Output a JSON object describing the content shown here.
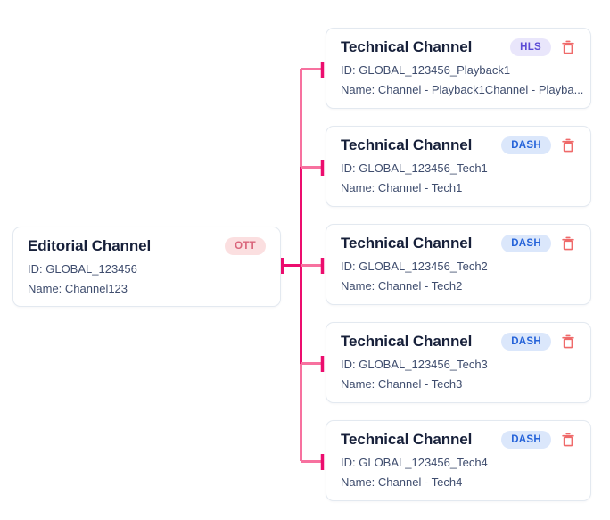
{
  "diagram": {
    "type": "channel-hierarchy-tree",
    "orientation": "left-to-right",
    "background": "#ffffff",
    "edge_color_light": "#f7719f",
    "edge_color_strong": "#ec0d6e"
  },
  "labels": {
    "id_prefix": "ID: ",
    "name_prefix": "Name: "
  },
  "parent": {
    "title": "Editorial Channel",
    "badge": "OTT",
    "badge_style": "ott",
    "id_line": "ID: GLOBAL_123456",
    "name_line": "Name: Channel123",
    "delete_icon": "trash-icon"
  },
  "children": [
    {
      "title": "Technical Channel",
      "badge": "HLS",
      "badge_style": "hls",
      "id_line": "ID: GLOBAL_123456_Playback1",
      "name_line": "Name: Channel - Playback1Channel - Playba...",
      "delete_icon": "trash-icon"
    },
    {
      "title": "Technical Channel",
      "badge": "DASH",
      "badge_style": "dash",
      "id_line": "ID: GLOBAL_123456_Tech1",
      "name_line": "Name: Channel - Tech1",
      "delete_icon": "trash-icon"
    },
    {
      "title": "Technical Channel",
      "badge": "DASH",
      "badge_style": "dash",
      "id_line": "ID: GLOBAL_123456_Tech2",
      "name_line": "Name: Channel - Tech2",
      "delete_icon": "trash-icon"
    },
    {
      "title": "Technical Channel",
      "badge": "DASH",
      "badge_style": "dash",
      "id_line": "ID: GLOBAL_123456_Tech3",
      "name_line": "Name: Channel - Tech3",
      "delete_icon": "trash-icon"
    },
    {
      "title": "Technical Channel",
      "badge": "DASH",
      "badge_style": "dash",
      "id_line": "ID: GLOBAL_123456_Tech4",
      "name_line": "Name: Channel - Tech4",
      "delete_icon": "trash-icon"
    }
  ]
}
